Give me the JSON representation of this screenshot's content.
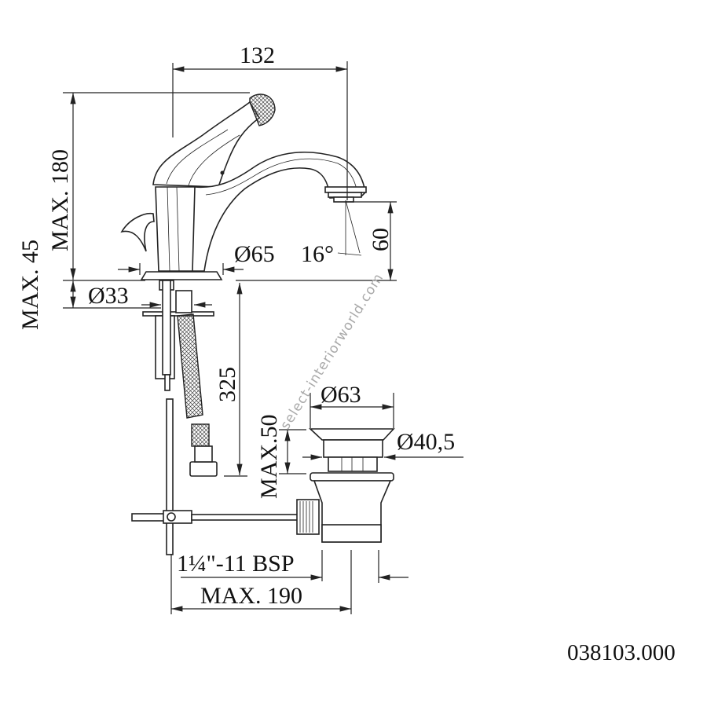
{
  "dimensions": {
    "spout_reach": "132",
    "max_height": "MAX. 180",
    "spout_height": "60",
    "spout_angle": "16°",
    "base_diameter": "Ø65",
    "max_deck_thickness": "MAX. 45",
    "hole_diameter": "Ø33",
    "hose_length": "325",
    "waste_top_diameter": "Ø63",
    "waste_body_diameter": "Ø40,5",
    "waste_max_height": "MAX.50",
    "thread": "1¼\"-11 BSP",
    "rod_max_length": "MAX. 190"
  },
  "product_code": "038103.000",
  "watermark": "select-interiorworld.com"
}
